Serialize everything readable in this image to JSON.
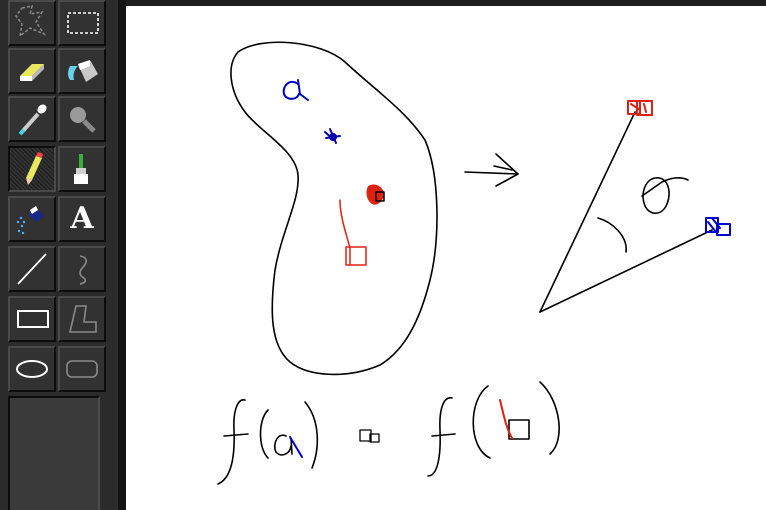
{
  "toolbox": {
    "tools": [
      {
        "id": "free-form-select",
        "icon": "free-form-select-icon"
      },
      {
        "id": "rectangle-select",
        "icon": "rectangle-select-icon"
      },
      {
        "id": "eraser",
        "icon": "eraser-icon"
      },
      {
        "id": "fill",
        "icon": "paint-bucket-icon"
      },
      {
        "id": "pick-color",
        "icon": "eyedropper-icon"
      },
      {
        "id": "magnifier",
        "icon": "magnifier-icon"
      },
      {
        "id": "pencil",
        "icon": "pencil-icon",
        "selected": true
      },
      {
        "id": "brush",
        "icon": "brush-icon"
      },
      {
        "id": "airbrush",
        "icon": "airbrush-icon"
      },
      {
        "id": "text",
        "icon": "text-icon",
        "glyph": "A"
      },
      {
        "id": "line",
        "icon": "line-icon"
      },
      {
        "id": "curve",
        "icon": "curve-icon"
      },
      {
        "id": "rectangle",
        "icon": "rectangle-icon"
      },
      {
        "id": "polygon",
        "icon": "polygon-icon"
      },
      {
        "id": "ellipse",
        "icon": "ellipse-icon"
      },
      {
        "id": "rounded-rectangle",
        "icon": "rounded-rectangle-icon"
      }
    ]
  },
  "canvas": {
    "background": "#ffffff",
    "stroke_colors": {
      "black": "#000000",
      "blue": "#0000cc",
      "red": "#dd2211"
    },
    "handwriting": {
      "left_formula": "f(a)",
      "right_formula": "f(b)",
      "angle_symbol": "θ",
      "point_label": "a"
    }
  }
}
